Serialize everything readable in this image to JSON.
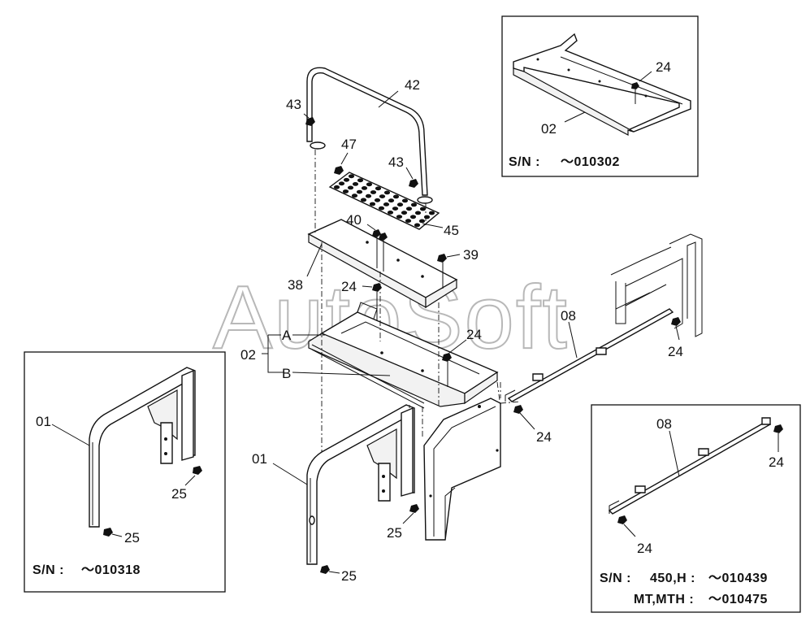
{
  "watermark": "AutoSoft",
  "labels": {
    "l42": "42",
    "l43a": "43",
    "l43b": "43",
    "l47": "47",
    "l45": "45",
    "l40": "40",
    "l39": "39",
    "l38": "38",
    "l24a": "24",
    "l24b": "24",
    "l02": "02",
    "lA": "A",
    "lB": "B",
    "l08": "08",
    "l24c": "24",
    "l24d": "24",
    "l01": "01",
    "l25a": "25",
    "l25b": "25"
  },
  "inset_top_right": {
    "label_part": "02",
    "label_bolt": "24",
    "sn_label": "S/N :",
    "sn_value": "～010302"
  },
  "inset_left": {
    "label_part": "01",
    "label_bolt_a": "25",
    "label_bolt_b": "25",
    "sn_label": "S/N :",
    "sn_value": "～010318"
  },
  "inset_bottom_right": {
    "label_part": "08",
    "label_bolt_a": "24",
    "label_bolt_b": "24",
    "sn_label": "S/N :",
    "sn_model1": "450,H :",
    "sn_value1": "～010439",
    "sn_model2": "MT,MTH :",
    "sn_value2": "～010475"
  },
  "colors": {
    "line": "#111111",
    "watermark": "#b8b8b8",
    "background": "#ffffff"
  }
}
